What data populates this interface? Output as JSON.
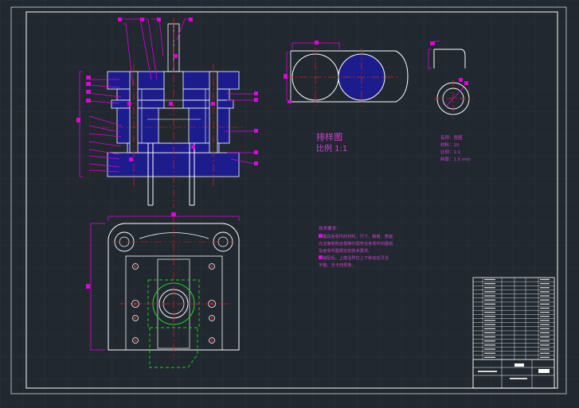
{
  "drawing": {
    "layout_title": "排样图",
    "layout_scale": "比例 1:1",
    "part_notes": [
      "名称：垫圈",
      "材料：10",
      "比例：1:1",
      "料厚：1.5 mm"
    ],
    "tech_title": "技术要求：",
    "tech_req_1": "1.模具各零件的材料，尺寸，精度，表面",
    "tech_req_2": "光洁度和热处理等均需符合各零件的图纸",
    "tech_req_3": "及各零件图规定的技术要求。",
    "tech_req_4": "2.装配后，上模沿导柱上下移动应灵活",
    "tech_req_5": "平稳，无卡死现象。"
  },
  "colors": {
    "background": "#212830",
    "frame": "#d8d8d8",
    "annotation": "#e000e0",
    "plate_fill": "#1c1c8c",
    "centerline": "#e02020",
    "hidden": "#20d020"
  }
}
